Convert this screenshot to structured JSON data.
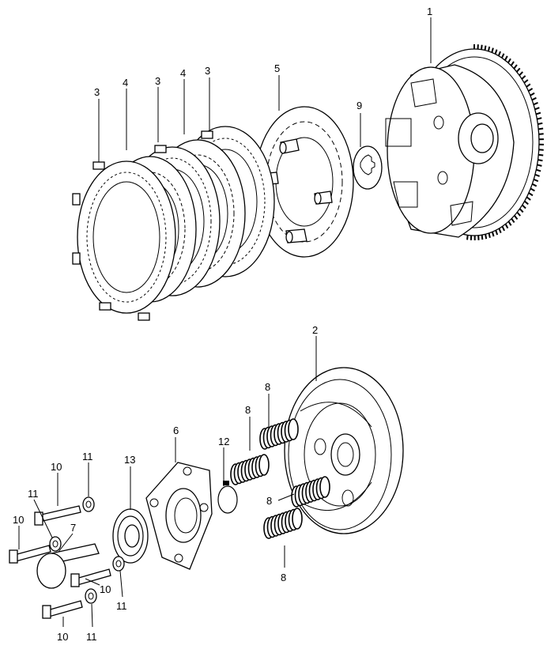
{
  "callouts": {
    "clutch_outer": "1",
    "pressure_plate": "2",
    "friction_disc_a": "3",
    "friction_disc_b": "3",
    "friction_disc_c": "3",
    "clutch_plate_a": "4",
    "clutch_plate_b": "4",
    "clutch_center": "5",
    "lifter_plate": "6",
    "lifter_rod": "7",
    "spring_top": "8",
    "spring_upper": "8",
    "spring_mid": "8",
    "spring_bottom": "8",
    "lock_washer": "9",
    "bolt_top": "10",
    "bolt_left": "10",
    "bolt_mid": "10",
    "bolt_bottom": "10",
    "washer_top": "11",
    "washer_left": "11",
    "washer_mid": "11",
    "washer_bottom": "11",
    "snap_ring": "12",
    "bearing": "13"
  },
  "colors": {
    "ink": "#000000",
    "paper": "#ffffff"
  }
}
